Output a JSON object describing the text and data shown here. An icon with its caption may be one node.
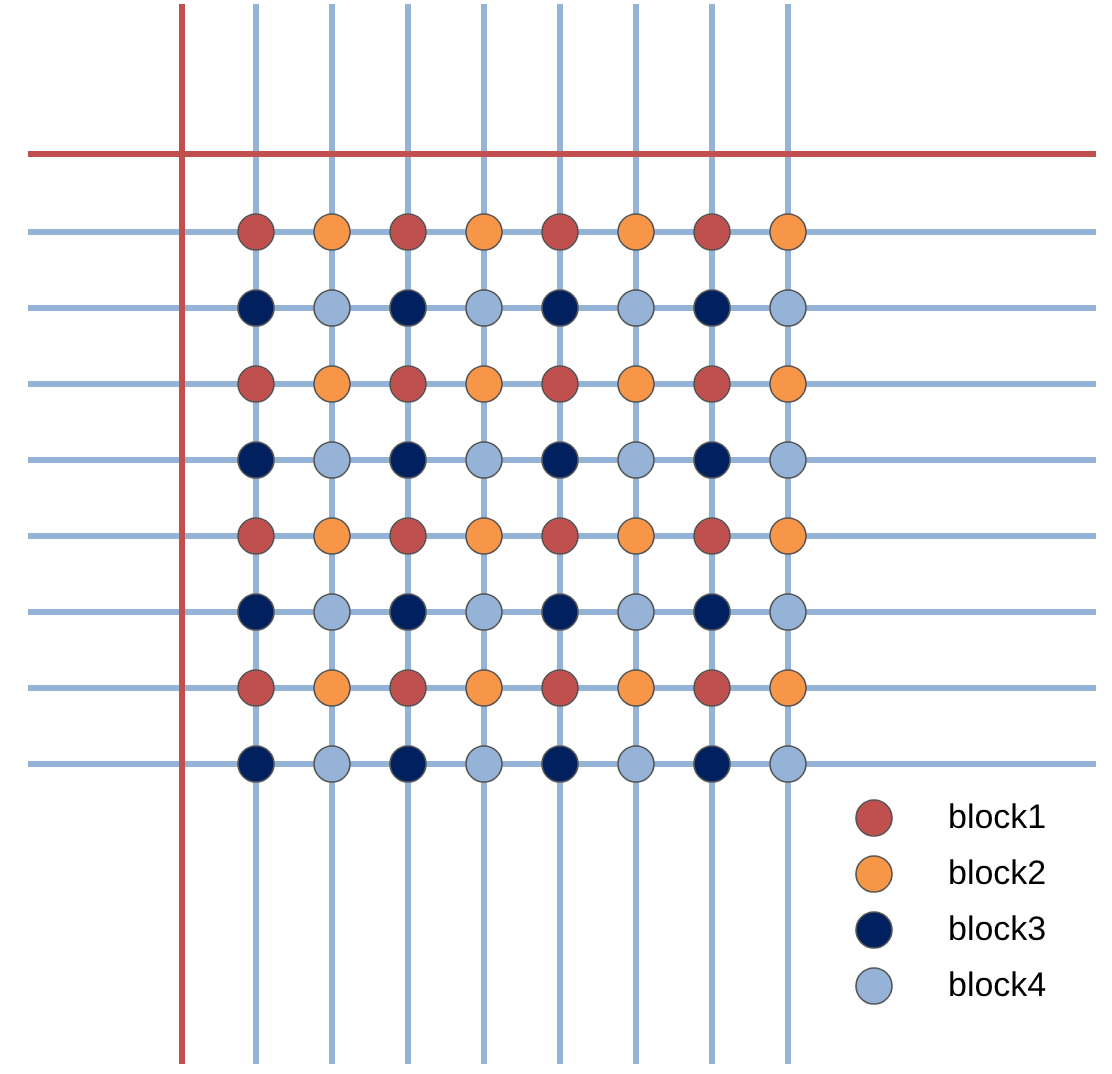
{
  "diagram": {
    "legend": [
      {
        "text": "block1",
        "color": "#c0504d"
      },
      {
        "text": "block2",
        "color": "#f79646"
      },
      {
        "text": "block3",
        "color": "#002060"
      },
      {
        "text": "block4",
        "color": "#95b3d7"
      }
    ]
  }
}
